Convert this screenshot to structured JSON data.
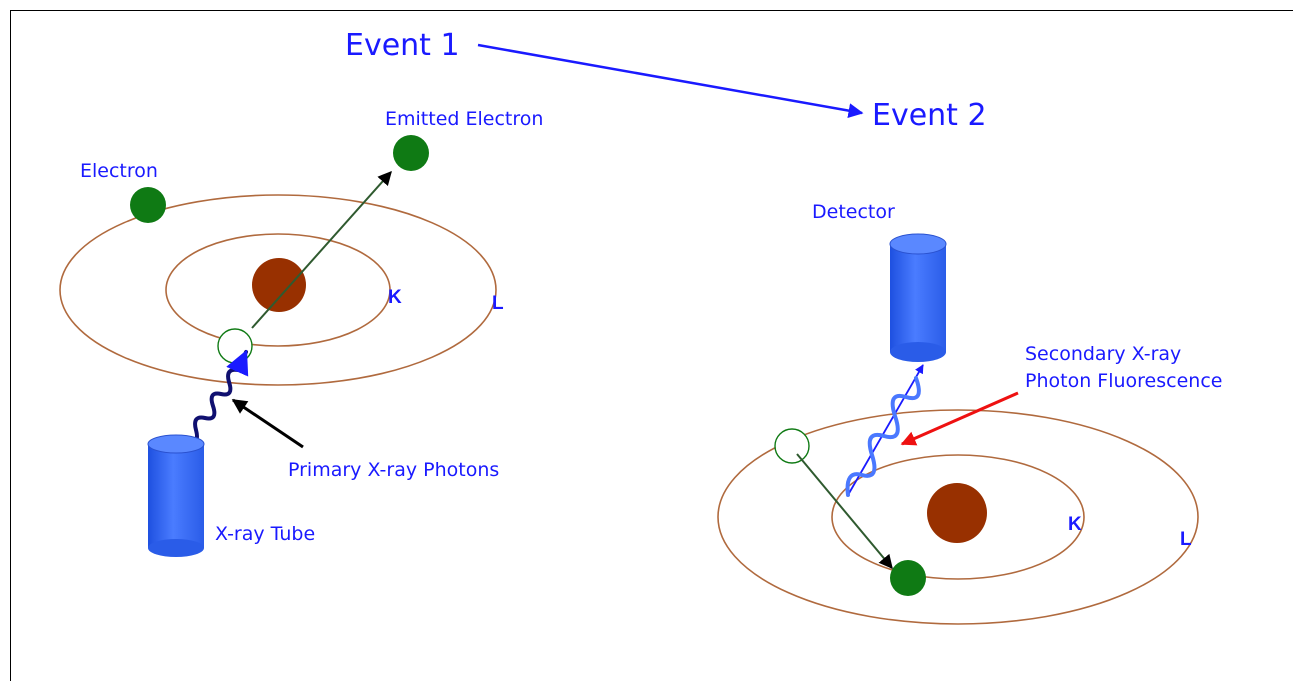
{
  "events": {
    "event1": "Event 1",
    "event2": "Event 2"
  },
  "left": {
    "emitted_electron": "Emitted Electron",
    "electron": "Electron",
    "shell_k": "K",
    "shell_l": "L",
    "primary_photons": "Primary X-ray Photons",
    "xray_tube": "X-ray Tube"
  },
  "right": {
    "detector": "Detector",
    "secondary_line1": "Secondary X-ray",
    "secondary_line2": "Photon Fluorescence",
    "shell_k": "K",
    "shell_l": "L"
  },
  "colors": {
    "text": "#1a1aff",
    "orbit": "#b06a3e",
    "nucleus": "#983000",
    "electron": "#0f7a14",
    "cylinder": "#3b6ff2",
    "wave_dark": "#101070",
    "wave_light": "#4a78ff",
    "arrow_red": "#ee1111",
    "arrow_black": "#000000",
    "arrow_blue": "#1a1aff",
    "path_green": "#2f5a2f"
  }
}
